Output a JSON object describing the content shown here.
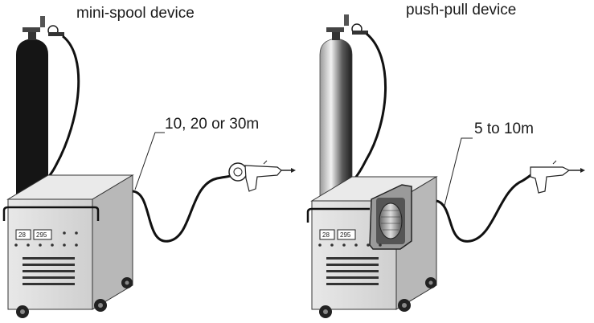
{
  "left": {
    "title": "mini-spool device",
    "cable_length": "10, 20 or 30m",
    "display_left": "28",
    "display_right": "295"
  },
  "right": {
    "title": "push-pull device",
    "cable_length": "5 to 10m",
    "display_left": "28",
    "display_right": "295"
  }
}
